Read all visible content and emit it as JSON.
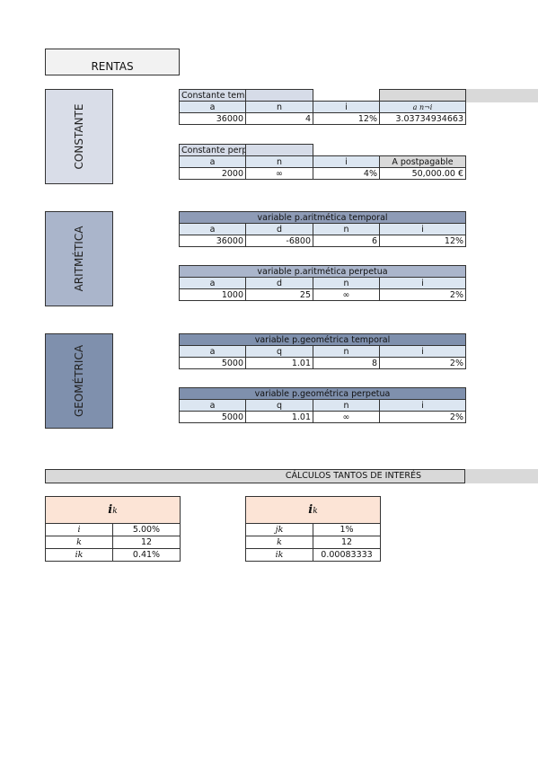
{
  "title": "RENTAS",
  "sections": {
    "constante": "CONSTANTE",
    "aritmetica": "ARITMÉTICA",
    "geometrica": "GEOMÉTRICA"
  },
  "const_temporal": {
    "caption": "Constante temporal",
    "headers": [
      "a",
      "n",
      "i",
      "a n¬i"
    ],
    "values": [
      "36000",
      "4",
      "12%",
      "3.03734934663"
    ]
  },
  "const_perpetua": {
    "caption": "Constante perpétua",
    "headers": [
      "a",
      "n",
      "i",
      "A postpagable"
    ],
    "values": [
      "2000",
      "∞",
      "4%",
      "50,000.00 €"
    ]
  },
  "arit_temporal": {
    "caption": "variable p.aritmética temporal",
    "headers": [
      "a",
      "d",
      "n",
      "i"
    ],
    "values": [
      "36000",
      "-6800",
      "6",
      "12%"
    ]
  },
  "arit_perpetua": {
    "caption": "variable p.aritmética perpetua",
    "headers": [
      "a",
      "d",
      "n",
      "i"
    ],
    "values": [
      "1000",
      "25",
      "∞",
      "2%"
    ]
  },
  "geom_temporal": {
    "caption": "variable p.geométrica temporal",
    "headers": [
      "a",
      "q",
      "n",
      "i"
    ],
    "values": [
      "5000",
      "1.01",
      "8",
      "2%"
    ]
  },
  "geom_perpetua": {
    "caption": "variable p.geométrica perpetua",
    "headers": [
      "a",
      "q",
      "n",
      "i"
    ],
    "values": [
      "5000",
      "1.01",
      "∞",
      "2%"
    ]
  },
  "calculos_title": "CÁLCULOS TANTOS DE INTERÉS",
  "calc_left": {
    "header_main": "i",
    "header_sub": "k",
    "rows": [
      {
        "label": "i",
        "value": "5.00%"
      },
      {
        "label": "k",
        "value": "12"
      },
      {
        "label": "ik",
        "value": "0.41%"
      }
    ]
  },
  "calc_right": {
    "header_main": "i",
    "header_sub": "k",
    "rows": [
      {
        "label": "jk",
        "value": "1%"
      },
      {
        "label": "k",
        "value": "12"
      },
      {
        "label": "ik",
        "value": "0.00083333"
      }
    ]
  }
}
